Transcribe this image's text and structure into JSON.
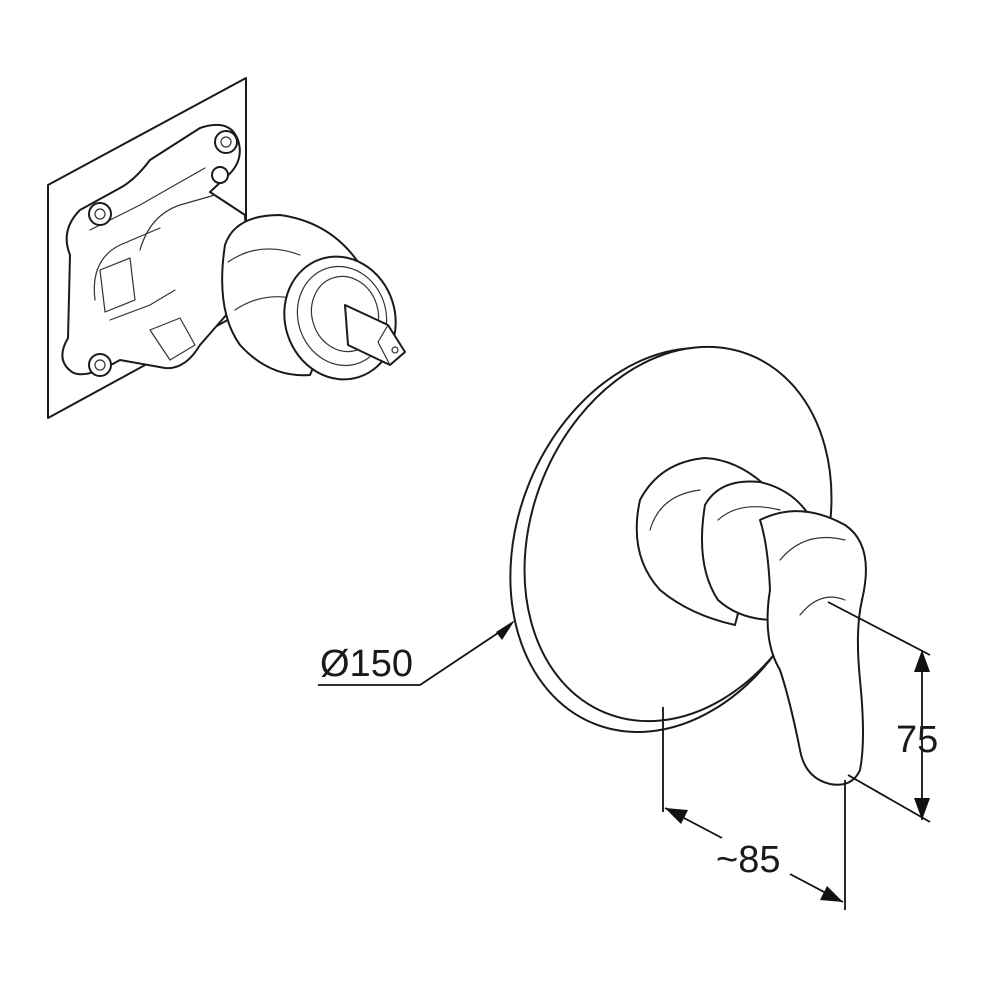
{
  "dimensions": {
    "diameter_label": "Ø150",
    "height_label": "75",
    "depth_label": "~85"
  }
}
